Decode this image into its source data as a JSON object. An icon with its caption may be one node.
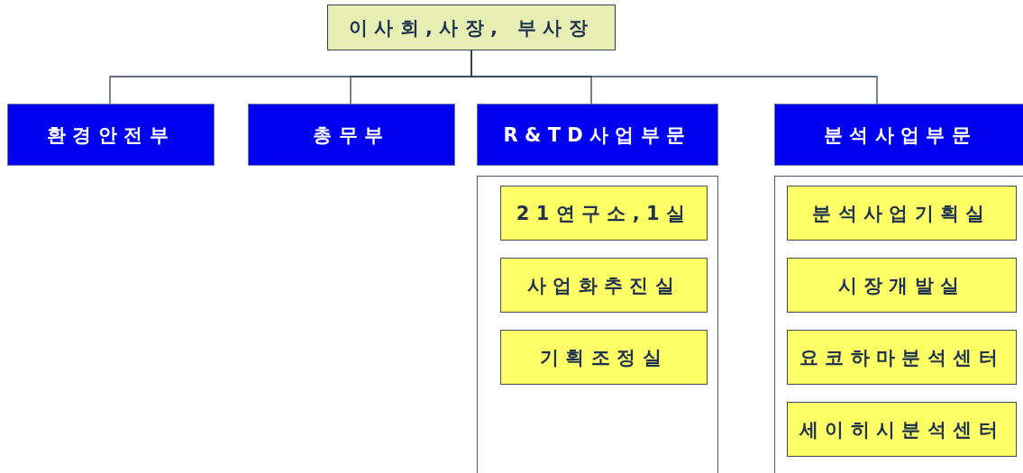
{
  "diagram": {
    "nodes": [
      {
        "text": [
          "이사회,사장, 부사장"
        ]
      },
      {
        "text": [
          "환경안전부"
        ]
      },
      {
        "text": [
          "총무부"
        ]
      },
      {
        "text": [
          "R&TD사업부문"
        ]
      },
      {
        "text": [
          "분석사업부문"
        ]
      },
      {
        "text": [],
        "shape": "box"
      },
      {
        "text": [
          "21연구소,1실"
        ],
        "in": 5
      },
      {
        "text": [
          "사업화추진실"
        ],
        "in": 5
      },
      {
        "text": [
          "기획조정실"
        ],
        "in": 5
      },
      {
        "text": [],
        "shape": "box"
      },
      {
        "text": [
          "분석사업기획실"
        ],
        "in": 9
      },
      {
        "text": [
          "시장개발실"
        ],
        "in": 9
      },
      {
        "text": [
          "요코하마분석센터"
        ],
        "in": 9
      },
      {
        "text": [
          "세이히시분석센터"
        ],
        "in": 9
      }
    ],
    "edges": [
      {
        "from": 0,
        "to": 1,
        "arrow": "none"
      },
      {
        "from": 0,
        "to": 2,
        "arrow": "none"
      },
      {
        "from": 0,
        "to": 3,
        "arrow": "none"
      },
      {
        "from": 0,
        "to": 4,
        "arrow": "none"
      }
    ]
  }
}
